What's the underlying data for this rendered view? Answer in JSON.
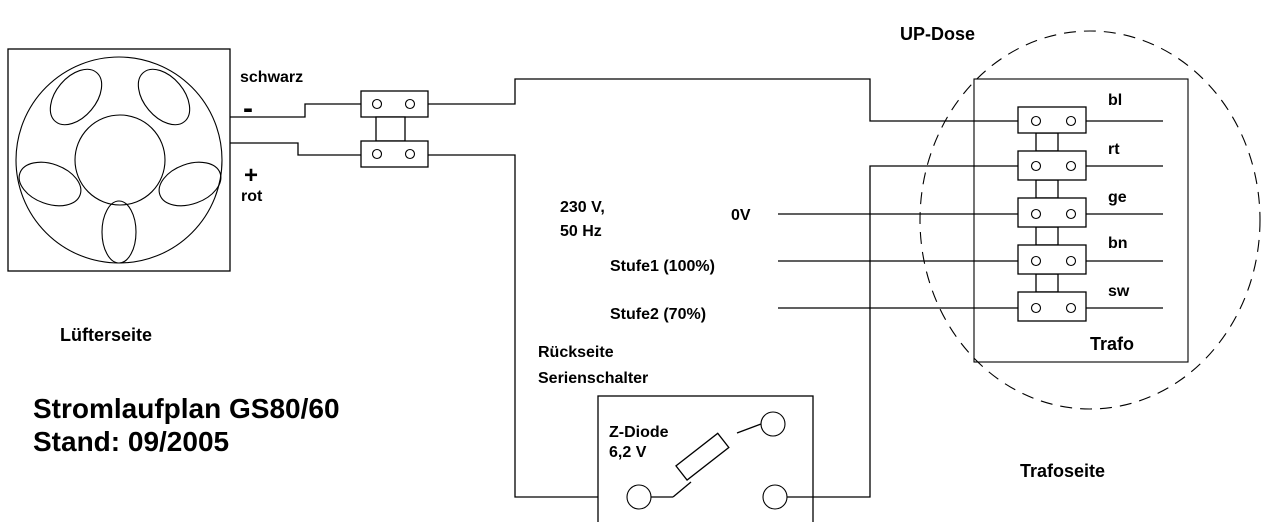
{
  "fan": {
    "wire_black_label": "schwarz",
    "minus_sign": "-",
    "plus_sign": "+",
    "wire_red_label": "rot",
    "side_label": "Lüfterseite"
  },
  "title": {
    "line1": "Stromlaufplan GS80/60",
    "line2": "Stand: 09/2005"
  },
  "mains": {
    "voltage": "230 V,",
    "frequency": "50 Hz",
    "neutral": "0V",
    "stage1": "Stufe1 (100%)",
    "stage2": "Stufe2 (70%)"
  },
  "switch": {
    "caption1": "Rückseite",
    "caption2": "Serienschalter",
    "diode_name": "Z-Diode",
    "diode_voltage": "6,2 V"
  },
  "box": {
    "label": "UP-Dose",
    "trafo_label": "Trafo",
    "side_label": "Trafoseite",
    "terminals": [
      "bl",
      "rt",
      "ge",
      "bn",
      "sw"
    ]
  }
}
